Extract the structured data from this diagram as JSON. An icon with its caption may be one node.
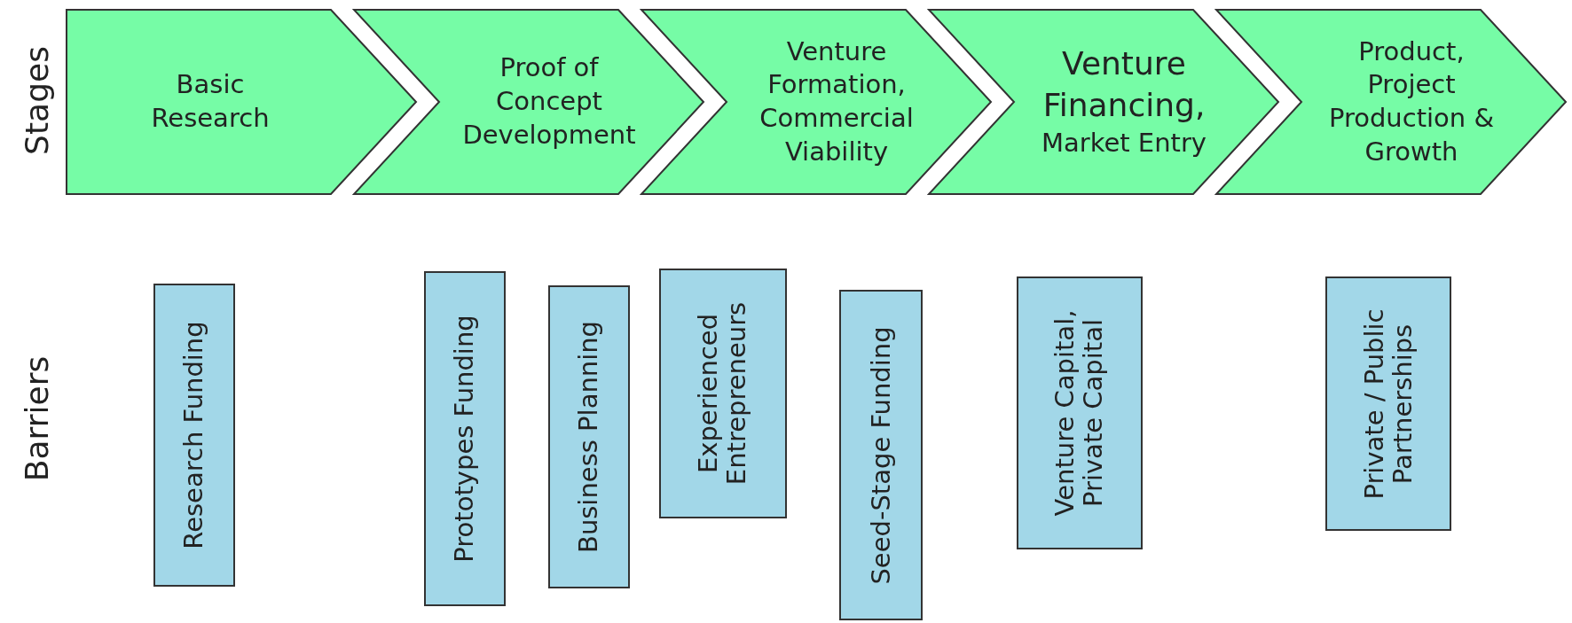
{
  "diagram": {
    "nodes": [
      {
        "text": [
          "Basic Research"
        ]
      },
      {
        "text": [
          "Proof of Concept Development"
        ]
      },
      {
        "text": [
          "Venture Formation, Commercial Viability"
        ]
      },
      {
        "text": [
          "Venture Financing,",
          "Market Entry"
        ]
      },
      {
        "text": [
          "Product, Project Production & Growth"
        ]
      },
      {
        "text": [
          "Research Funding"
        ]
      },
      {
        "text": [
          "Prototypes Funding"
        ]
      },
      {
        "text": [
          "Business Planning"
        ]
      },
      {
        "text": [
          "Experienced Entrepreneurs"
        ]
      },
      {
        "text": [
          "Seed-Stage Funding"
        ]
      },
      {
        "text": [
          "Venture Capital, Private Capital"
        ]
      },
      {
        "text": [
          "Private / Public Partnerships"
        ]
      }
    ],
    "labels": [
      "Stages",
      "Barriers"
    ]
  }
}
